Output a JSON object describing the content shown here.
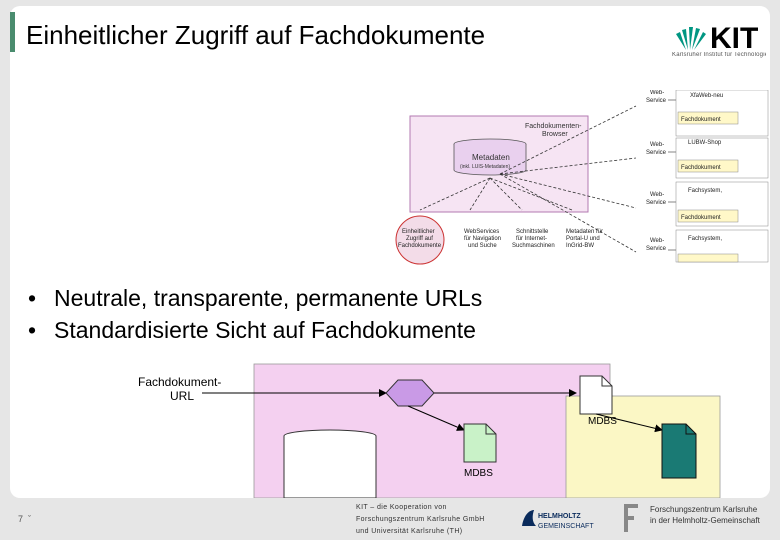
{
  "header": {
    "title": "Einheitlicher Zugriff auf Fachdokumente",
    "logo_text": "KIT",
    "logo_subtitle": "Karlsruher Institut für Technologie"
  },
  "upper_diagram": {
    "browser_label_line1": "Fachdokumenten-",
    "browser_label_line2": "Browser",
    "metadata_label": "Metadaten",
    "metadata_sub": "(inkl. LUIS-Metadaten)",
    "clients": [
      {
        "line1": "Einheitlicher",
        "line2": "Zugriff auf",
        "line3": "Fachdokumente"
      },
      {
        "line1": "WebServices",
        "line2": "für Navigation",
        "line3": "und Suche"
      },
      {
        "line1": "Schnittstelle",
        "line2": "für Internet-",
        "line3": "Suchmaschinen"
      },
      {
        "line1": "Metadaten für",
        "line2": "Portal-U und",
        "line3": "InGrid-BW"
      }
    ],
    "services": [
      {
        "web_label": "Web-",
        "service_label": "Service",
        "system": "XfaWeb-neu",
        "doc": "Fachdokument"
      },
      {
        "web_label": "Web-",
        "service_label": "Service",
        "system": "LUBW-Shop",
        "doc": "Fachdokument"
      },
      {
        "web_label": "Web-",
        "service_label": "Service",
        "system": "Fachsystem,",
        "doc": "Fachdokument"
      },
      {
        "web_label": "Web-",
        "service_label": "Service",
        "system": "Fachsystem,",
        "doc": ""
      }
    ]
  },
  "bullets": [
    "Neutrale, transparente, permanente URLs",
    "Standardisierte Sicht auf Fachdokumente"
  ],
  "lower_diagram": {
    "url_label_line1": "Fachdokument-",
    "url_label_line2": "URL",
    "doc_label_right": "MDBS",
    "doc_label_bottom": "MDBS"
  },
  "footer": {
    "page_number": "7",
    "page_marker": "ˇ",
    "kit_line1": "KIT – die Kooperation von",
    "kit_line2": "Forschungszentrum Karlsruhe GmbH",
    "kit_line3": "und Universität Karlsruhe (TH)",
    "helmholtz_line1": "HELMHOLTZ",
    "helmholtz_line2": "GEMEINSCHAFT",
    "fzk_line1": "Forschungszentrum Karlsruhe",
    "fzk_line2": "in der Helmholtz-Gemeinschaft"
  }
}
